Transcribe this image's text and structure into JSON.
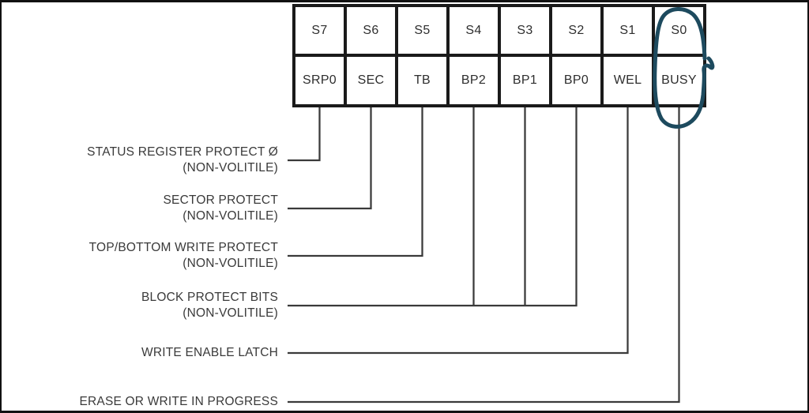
{
  "figure": {
    "type": "status-register-bit-diagram",
    "text_color": "#3a3a3a",
    "table_border_color": "#1a1a1a",
    "connector_color": "#3a3a3a",
    "annotation_color": "#1d4a5e"
  },
  "register_table": {
    "bit_positions": [
      "S7",
      "S6",
      "S5",
      "S4",
      "S3",
      "S2",
      "S1",
      "S0"
    ],
    "bit_names": [
      "SRP0",
      "SEC",
      "TB",
      "BP2",
      "BP1",
      "BP0",
      "WEL",
      "BUSY"
    ]
  },
  "annotation": {
    "shape": "hand-drawn circle",
    "highlights_bit_position": "S0",
    "highlights_bit_name": "BUSY"
  },
  "labels": [
    {
      "title": "STATUS REGISTER PROTECT Ø",
      "subtitle": "(NON-VOLITILE)",
      "targets": "SRP0"
    },
    {
      "title": "SECTOR PROTECT",
      "subtitle": "(NON-VOLITILE)",
      "targets": "SEC"
    },
    {
      "title": "TOP/BOTTOM WRITE PROTECT",
      "subtitle": "(NON-VOLITILE)",
      "targets": "TB"
    },
    {
      "title": "BLOCK PROTECT BITS",
      "subtitle": "(NON-VOLITILE)",
      "targets": "BP2, BP1, BP0"
    },
    {
      "title": "WRITE ENABLE LATCH",
      "subtitle": "",
      "targets": "WEL"
    },
    {
      "title": "ERASE OR WRITE IN PROGRESS",
      "subtitle": "",
      "targets": "BUSY"
    }
  ]
}
